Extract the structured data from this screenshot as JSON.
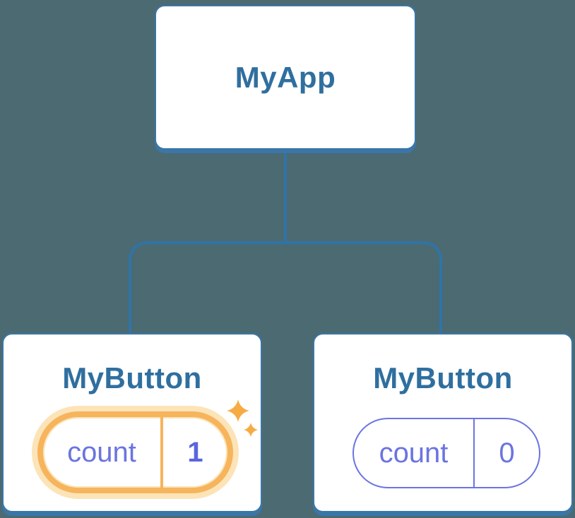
{
  "diagram": {
    "description": "component tree",
    "root": {
      "label": "MyApp"
    },
    "children": [
      {
        "label": "MyButton",
        "state": {
          "key": "count",
          "value": "1"
        },
        "highlighted": true
      },
      {
        "label": "MyButton",
        "state": {
          "key": "count",
          "value": "0"
        },
        "highlighted": false
      }
    ]
  },
  "theme": {
    "bg": "#4B6A72",
    "line_blue": "#3074A6",
    "card_border": "#3A76A8",
    "text_blue": "#2F6F9F",
    "card_bg": "#FFFFFF",
    "purple": "#6B74E0",
    "purple_bold": "#5B66DC",
    "orange_ring": "#F6B45C",
    "orange_light": "#FCE4B8",
    "orange_divider": "#F6B45C",
    "sparkle": "#F6AC43"
  }
}
